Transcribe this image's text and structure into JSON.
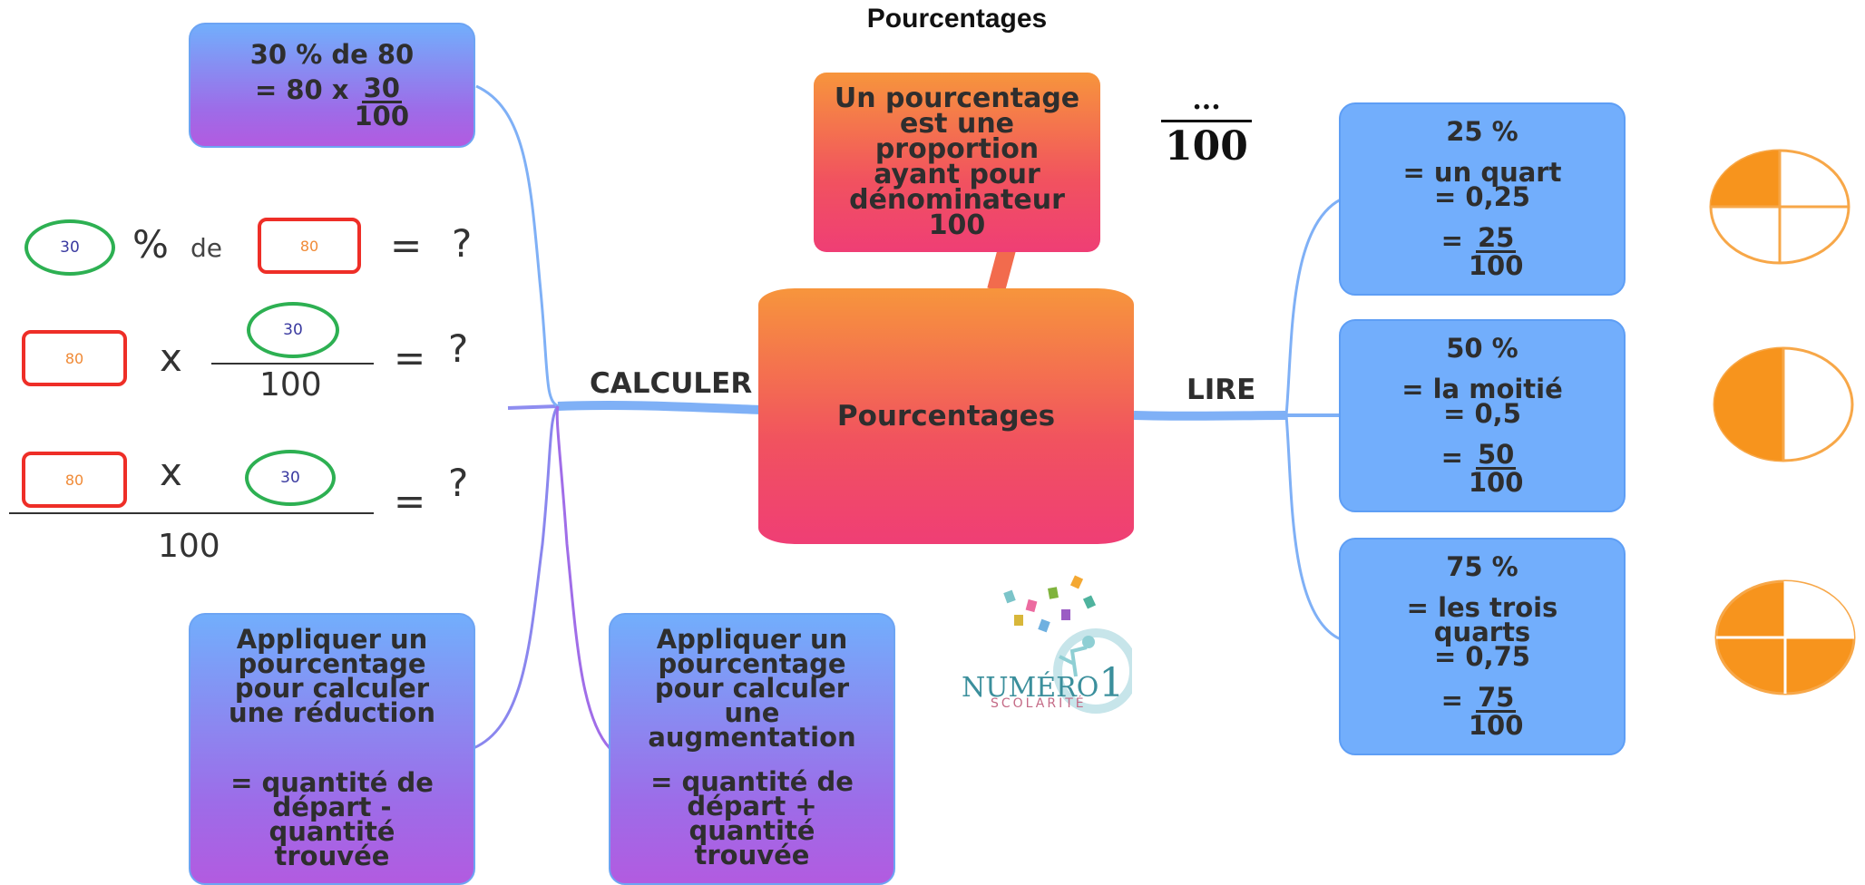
{
  "title": "Pourcentages",
  "center": {
    "label": "Pourcentages"
  },
  "definition": {
    "lines": [
      "Un pourcentage",
      "est une",
      "proportion",
      "ayant pour",
      "dénominateur",
      "100"
    ]
  },
  "fraction_symbol": {
    "numerator": "...",
    "denominator": "100"
  },
  "branches": {
    "calculer": "CALCULER",
    "lire": "LIRE"
  },
  "example": {
    "title": "30 % de 80",
    "eq": "= 80 x",
    "num": "30",
    "den": "100"
  },
  "formulas": {
    "row1": {
      "a": "30",
      "pct": "%",
      "de": "de",
      "b": "80",
      "eq": "=",
      "q": "?"
    },
    "row2": {
      "a": "80",
      "x": "x",
      "num": "30",
      "den": "100",
      "eq": "=",
      "q": "?"
    },
    "row3": {
      "a": "80",
      "x": "x",
      "b": "30",
      "den": "100",
      "eq": "=",
      "q": "?"
    }
  },
  "reduction": {
    "lines": [
      "Appliquer un",
      "pourcentage",
      "pour calculer",
      "une réduction"
    ],
    "formula": [
      "=  quantité de",
      "départ -",
      "quantité",
      "trouvée"
    ]
  },
  "augmentation": {
    "lines": [
      "Appliquer un",
      "pourcentage",
      "pour calculer",
      "une",
      "augmentation"
    ],
    "formula": [
      "= quantité de",
      "départ +",
      "quantité",
      "trouvée"
    ]
  },
  "read_items": [
    {
      "pct": "25 %",
      "words": [
        "= un quart"
      ],
      "decimal": "= 0,25",
      "eq": "=",
      "num": "25",
      "den": "100",
      "filled_fraction": 0.25
    },
    {
      "pct": "50 %",
      "words": [
        "= la moitié"
      ],
      "decimal": "= 0,5",
      "eq": "=",
      "num": "50",
      "den": "100",
      "filled_fraction": 0.5
    },
    {
      "pct": "75 %",
      "words": [
        "= les trois",
        "quarts"
      ],
      "decimal": "= 0,75",
      "eq": "=",
      "num": "75",
      "den": "100",
      "filled_fraction": 0.75
    }
  ],
  "logo": {
    "word1": "NUMÉRO",
    "digit": "1",
    "word2": "SCOLARITÉ"
  },
  "colors": {
    "orange": "#f7941d",
    "green": "#2db052",
    "red": "#ee2e27",
    "blue": "#72aefc",
    "purple": "#a35ee4"
  }
}
